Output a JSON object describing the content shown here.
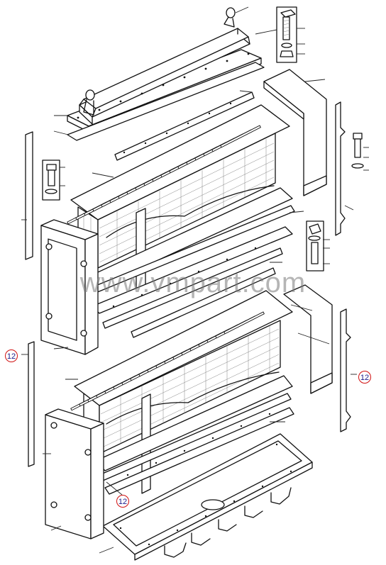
{
  "watermark": "www.vmpart.com",
  "callouts": [
    {
      "label": "12"
    },
    {
      "label": "12"
    },
    {
      "label": "12"
    }
  ],
  "colors": {
    "callout_ring": "#d01010",
    "callout_text": "#1a1a8a",
    "watermark": "#8a8a8a"
  }
}
